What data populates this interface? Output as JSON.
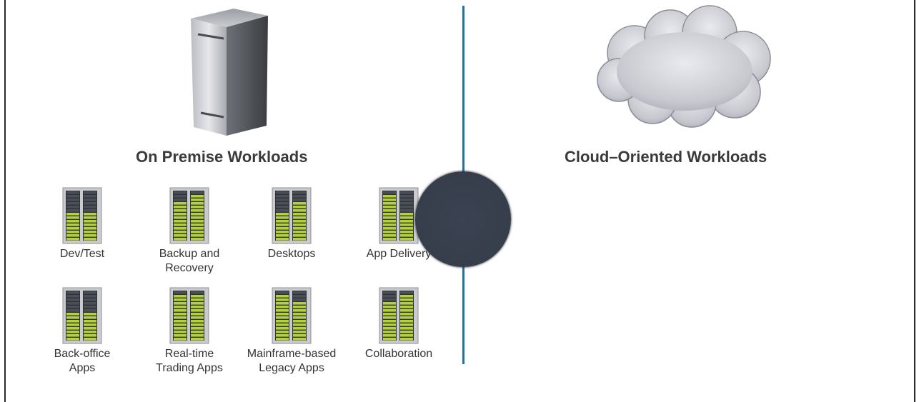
{
  "diagram": {
    "left_section": {
      "title": "On Premise Workloads",
      "icon": "server-tower-icon"
    },
    "right_section": {
      "title": "Cloud–Oriented Workloads",
      "icon": "cloud-icon"
    },
    "workloads": [
      {
        "label": "Dev/Test",
        "fill": [
          0.55,
          0.55
        ]
      },
      {
        "label": "Backup and\nRecovery",
        "fill": [
          0.75,
          0.95
        ]
      },
      {
        "label": "Desktops",
        "fill": [
          0.55,
          0.75
        ]
      },
      {
        "label": "App Delivery",
        "fill": [
          0.95,
          0.55
        ]
      },
      {
        "label": "Back-office\nApps",
        "fill": [
          0.55,
          0.55
        ]
      },
      {
        "label": "Real-time\nTrading Apps",
        "fill": [
          0.95,
          0.95
        ]
      },
      {
        "label": "Mainframe-based\nLegacy Apps",
        "fill": [
          0.95,
          0.75
        ]
      },
      {
        "label": "Collaboration",
        "fill": [
          0.75,
          0.95
        ]
      }
    ],
    "colors": {
      "divider": "#1f73a8",
      "rack_on": "#b5d13a",
      "rack_off": "#4a4f58",
      "overlay": "#363d4b"
    }
  }
}
